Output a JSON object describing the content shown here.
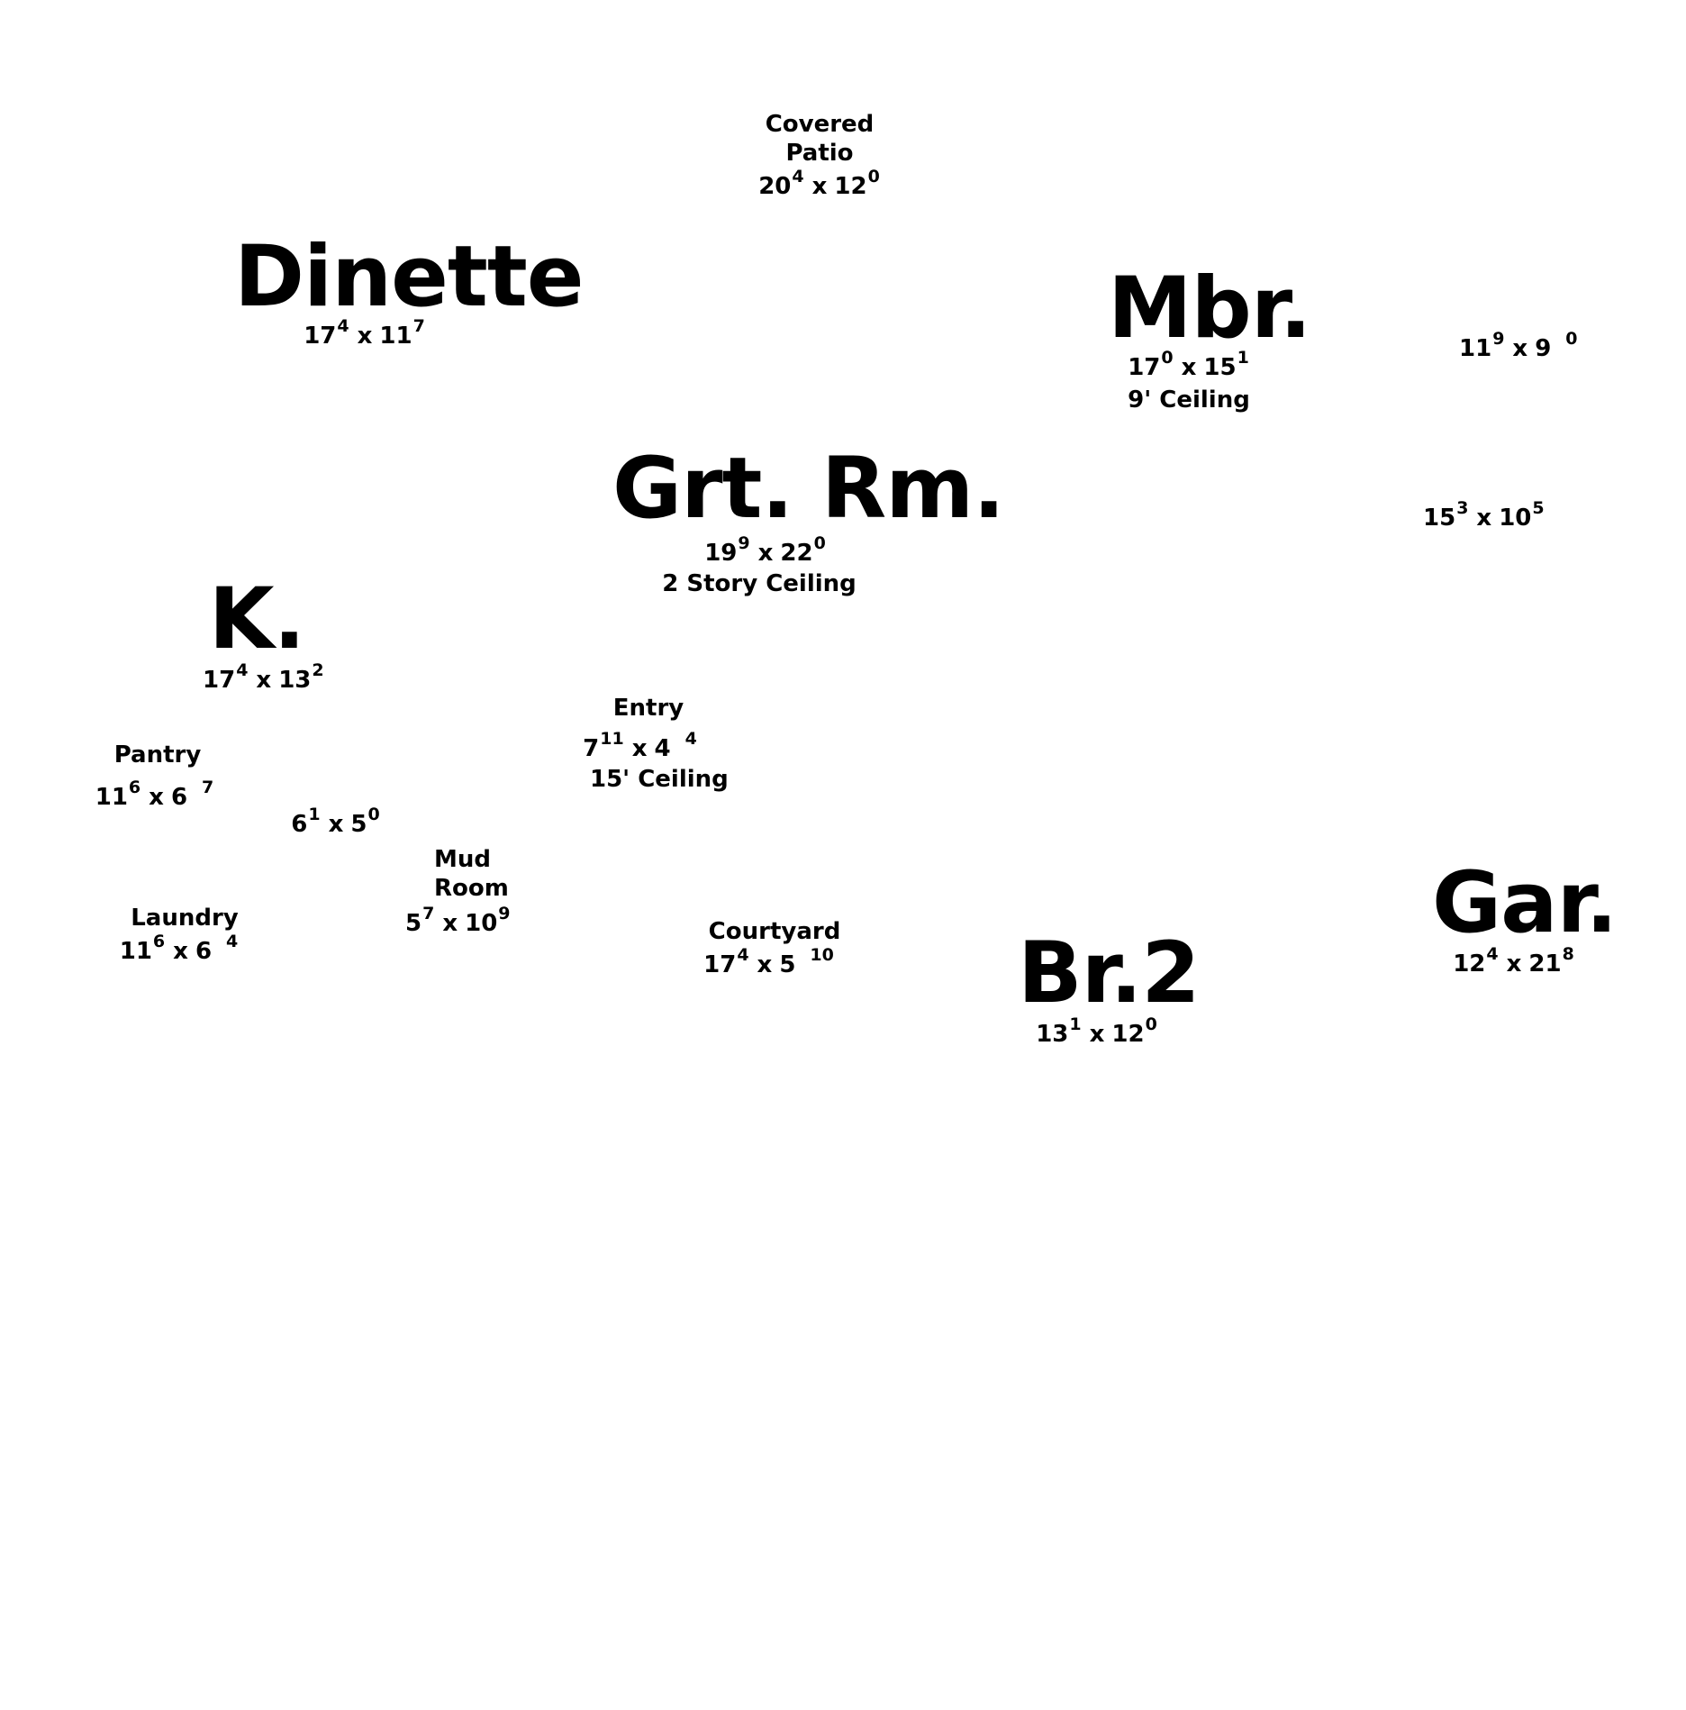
{
  "plan": {
    "covered_patio": {
      "name_line1": "Covered",
      "name_line2": "Patio",
      "w": "20",
      "w_in": "4",
      "l": "12",
      "l_in": "0"
    },
    "dinette": {
      "name": "Dinette",
      "w": "17",
      "w_in": "4",
      "l": "11",
      "l_in": "7"
    },
    "mbr": {
      "name": "Mbr.",
      "w": "17",
      "w_in": "0",
      "l": "15",
      "l_in": "1",
      "note": "9' Ceiling"
    },
    "room_11x9": {
      "w": "11",
      "w_in": "9",
      "l": "9",
      "l_in": "0"
    },
    "great_room": {
      "name": "Grt. Rm.",
      "w": "19",
      "w_in": "9",
      "l": "22",
      "l_in": "0",
      "note": "2 Story Ceiling"
    },
    "room_15x10": {
      "w": "15",
      "w_in": "3",
      "l": "10",
      "l_in": "5"
    },
    "kitchen": {
      "name": "K.",
      "w": "17",
      "w_in": "4",
      "l": "13",
      "l_in": "2"
    },
    "entry": {
      "name": "Entry",
      "w": "7",
      "w_in": "11",
      "l": "4",
      "l_in": "4",
      "note": "15' Ceiling"
    },
    "pantry": {
      "name": "Pantry",
      "w": "11",
      "w_in": "6",
      "l": "6",
      "l_in": "7"
    },
    "room_6x5": {
      "w": "6",
      "w_in": "1",
      "l": "5",
      "l_in": "0"
    },
    "mud_room": {
      "name_line1": "Mud",
      "name_line2": "Room",
      "w": "5",
      "w_in": "7",
      "l": "10",
      "l_in": "9"
    },
    "laundry": {
      "name": "Laundry",
      "w": "11",
      "w_in": "6",
      "l": "6",
      "l_in": "4"
    },
    "courtyard": {
      "name": "Courtyard",
      "w": "17",
      "w_in": "4",
      "l": "5",
      "l_in": "10"
    },
    "garage": {
      "name": "Gar.",
      "w": "12",
      "w_in": "4",
      "l": "21",
      "l_in": "8"
    },
    "bedroom2": {
      "name": "Br.2",
      "w": "13",
      "w_in": "1",
      "l": "12",
      "l_in": "0"
    },
    "dim_separator": "x"
  }
}
